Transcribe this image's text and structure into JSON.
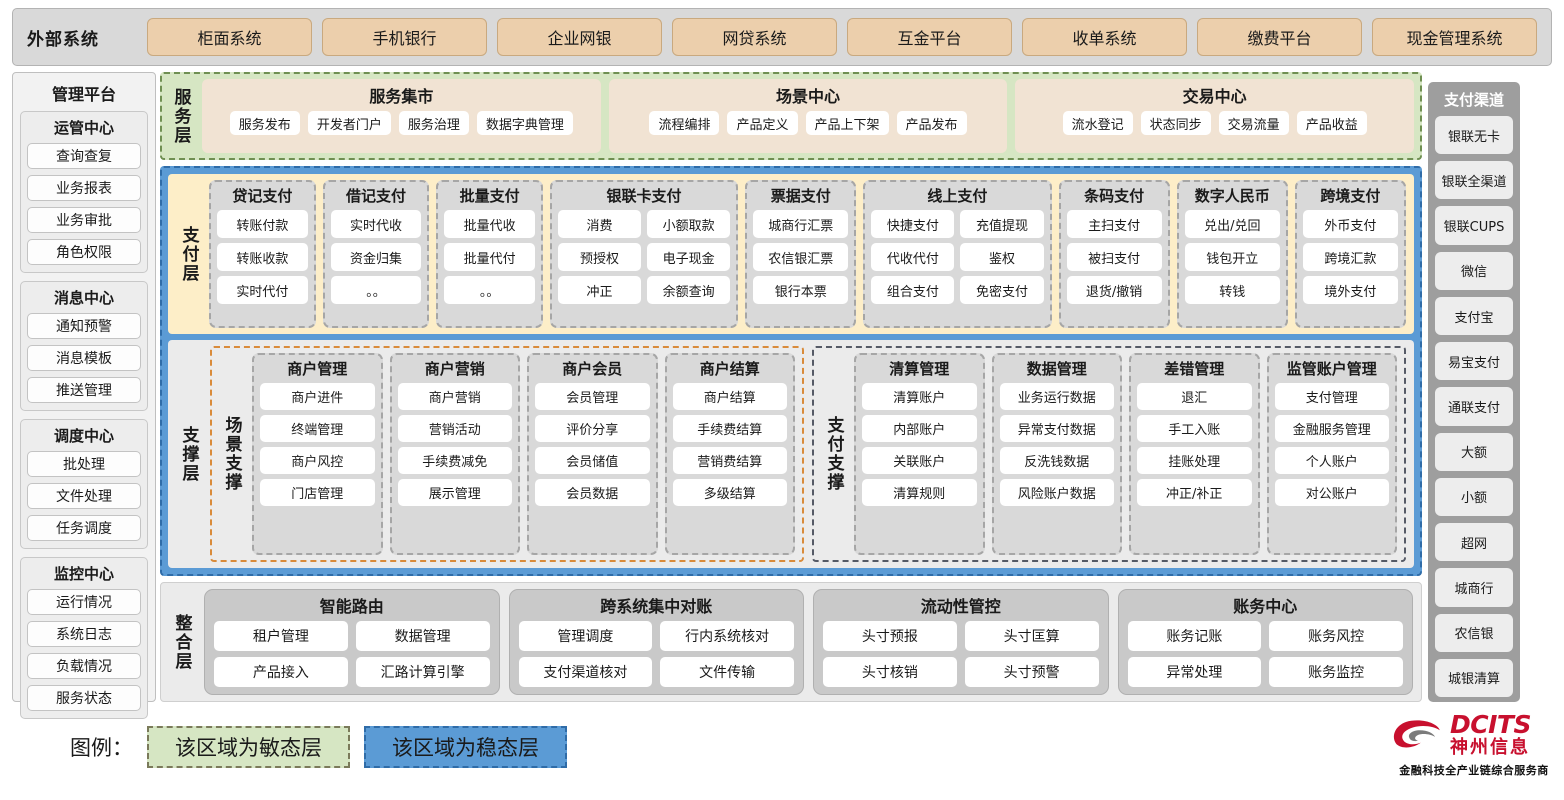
{
  "external": {
    "title": "外部系统",
    "items": [
      "柜面系统",
      "手机银行",
      "企业网银",
      "网贷系统",
      "互金平台",
      "收单系统",
      "缴费平台",
      "现金管理系统"
    ]
  },
  "management": {
    "title": "管理平台",
    "groups": [
      {
        "title": "运管中心",
        "items": [
          "查询查复",
          "业务报表",
          "业务审批",
          "角色权限"
        ]
      },
      {
        "title": "消息中心",
        "items": [
          "通知预警",
          "消息模板",
          "推送管理"
        ]
      },
      {
        "title": "调度中心",
        "items": [
          "批处理",
          "文件处理",
          "任务调度"
        ]
      },
      {
        "title": "监控中心",
        "items": [
          "运行情况",
          "系统日志",
          "负载情况",
          "服务状态"
        ]
      }
    ]
  },
  "service_layer": {
    "label": "服务层",
    "cards": [
      {
        "title": "服务集市",
        "items": [
          "服务发布",
          "开发者门户",
          "服务治理",
          "数据字典管理"
        ]
      },
      {
        "title": "场景中心",
        "items": [
          "流程编排",
          "产品定义",
          "产品上下架",
          "产品发布"
        ]
      },
      {
        "title": "交易中心",
        "items": [
          "流水登记",
          "状态同步",
          "交易流量",
          "产品收益"
        ]
      }
    ]
  },
  "payment_layer": {
    "label": "支付层",
    "columns": [
      {
        "title": "贷记支付",
        "cols": 1,
        "flex": 1.0,
        "rows": [
          [
            "转账付款"
          ],
          [
            "转账收款"
          ],
          [
            "实时代付"
          ]
        ]
      },
      {
        "title": "借记支付",
        "cols": 1,
        "flex": 1.0,
        "rows": [
          [
            "实时代收"
          ],
          [
            "资金归集"
          ],
          [
            "。。"
          ]
        ]
      },
      {
        "title": "批量支付",
        "cols": 1,
        "flex": 1.0,
        "rows": [
          [
            "批量代收"
          ],
          [
            "批量代付"
          ],
          [
            "。。"
          ]
        ]
      },
      {
        "title": "银联卡支付",
        "cols": 2,
        "flex": 1.9,
        "rows": [
          [
            "消费",
            "小额取款"
          ],
          [
            "预授权",
            "电子现金"
          ],
          [
            "冲正",
            "余额查询"
          ]
        ]
      },
      {
        "title": "票据支付",
        "cols": 1,
        "flex": 1.05,
        "rows": [
          [
            "城商行汇票"
          ],
          [
            "农信银汇票"
          ],
          [
            "银行本票"
          ]
        ]
      },
      {
        "title": "线上支付",
        "cols": 2,
        "flex": 1.9,
        "rows": [
          [
            "快捷支付",
            "充值提现"
          ],
          [
            "代收代付",
            "鉴权"
          ],
          [
            "组合支付",
            "免密支付"
          ]
        ]
      },
      {
        "title": "条码支付",
        "cols": 1,
        "flex": 1.05,
        "rows": [
          [
            "主扫支付"
          ],
          [
            "被扫支付"
          ],
          [
            "退货/撤销"
          ]
        ]
      },
      {
        "title": "数字人民币",
        "cols": 1,
        "flex": 1.05,
        "rows": [
          [
            "兑出/兑回"
          ],
          [
            "钱包开立"
          ],
          [
            "转钱"
          ]
        ]
      },
      {
        "title": "跨境支付",
        "cols": 1,
        "flex": 1.05,
        "rows": [
          [
            "外币支付"
          ],
          [
            "跨境汇款"
          ],
          [
            "境外支付"
          ]
        ]
      }
    ]
  },
  "support_layer": {
    "label": "支撑层",
    "scene": {
      "label": "场景支撑",
      "columns": [
        {
          "title": "商户管理",
          "items": [
            "商户进件",
            "终端管理",
            "商户风控",
            "门店管理"
          ]
        },
        {
          "title": "商户营销",
          "items": [
            "商户营销",
            "营销活动",
            "手续费减免",
            "展示管理"
          ]
        },
        {
          "title": "商户会员",
          "items": [
            "会员管理",
            "评价分享",
            "会员储值",
            "会员数据"
          ]
        },
        {
          "title": "商户结算",
          "items": [
            "商户结算",
            "手续费结算",
            "营销费结算",
            "多级结算"
          ]
        }
      ]
    },
    "paysup": {
      "label": "支付支撑",
      "columns": [
        {
          "title": "清算管理",
          "items": [
            "清算账户",
            "内部账户",
            "关联账户",
            "清算规则"
          ]
        },
        {
          "title": "数据管理",
          "items": [
            "业务运行数据",
            "异常支付数据",
            "反洗钱数据",
            "风险账户数据"
          ]
        },
        {
          "title": "差错管理",
          "items": [
            "退汇",
            "手工入账",
            "挂账处理",
            "冲正/补正"
          ]
        },
        {
          "title": "监管账户管理",
          "items": [
            "支付管理",
            "金融服务管理",
            "个人账户",
            "对公账户"
          ]
        }
      ]
    }
  },
  "integration_layer": {
    "label": "整合层",
    "cards": [
      {
        "title": "智能路由",
        "rows": [
          [
            "租户管理",
            "数据管理"
          ],
          [
            "产品接入",
            "汇路计算引擎"
          ]
        ]
      },
      {
        "title": "跨系统集中对账",
        "rows": [
          [
            "管理调度",
            "行内系统核对"
          ],
          [
            "支付渠道核对",
            "文件传输"
          ]
        ]
      },
      {
        "title": "流动性管控",
        "rows": [
          [
            "头寸预报",
            "头寸匡算"
          ],
          [
            "头寸核销",
            "头寸预警"
          ]
        ]
      },
      {
        "title": "账务中心",
        "rows": [
          [
            "账务记账",
            "账务风控"
          ],
          [
            "异常处理",
            "账务监控"
          ]
        ]
      }
    ]
  },
  "channels": {
    "title": "支付渠道",
    "items": [
      "银联无卡",
      "银联全渠道",
      "银联CUPS",
      "微信",
      "支付宝",
      "易宝支付",
      "通联支付",
      "大额",
      "小额",
      "超网",
      "城商行",
      "农信银",
      "城银清算"
    ]
  },
  "legend": {
    "label": "图例：",
    "agile": "该区域为敏态层",
    "stable": "该区域为稳态层"
  },
  "logo": {
    "en": "DCITS",
    "cn": "神州信息",
    "tagline": "金融科技全产业链综合服务商"
  },
  "colors": {
    "agile_green": "#d6e6c3",
    "stable_blue": "#5b9bd5",
    "payment_cream": "#fdeec8",
    "external_tan": "#eccfac",
    "brand_red": "#c8102e"
  }
}
